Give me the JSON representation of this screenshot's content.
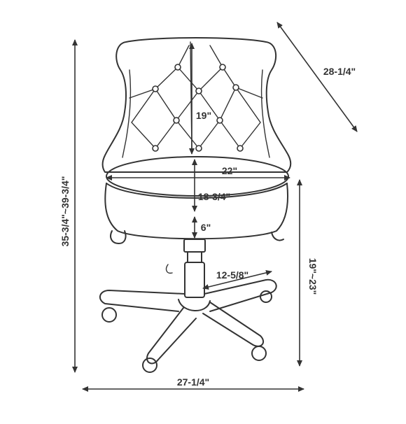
{
  "dimensions": {
    "overall_height": "35-3/4\"~39-3/4\"",
    "depth": "28-1/4\"",
    "back_height": "19\"",
    "seat_width": "22\"",
    "seat_to_arm": "18-3/4\"",
    "cushion_to_base": "6\"",
    "seat_height": "19\"~23\"",
    "column": "12-5/8\"",
    "base_width": "27-1/4\""
  }
}
